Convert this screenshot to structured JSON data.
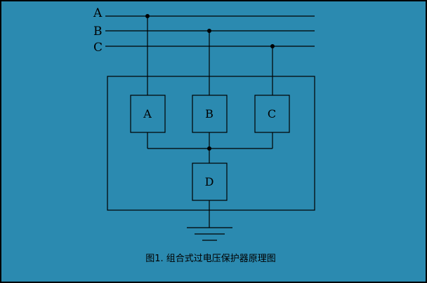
{
  "diagram": {
    "phase_labels": [
      "A",
      "B",
      "C"
    ],
    "protector_labels": [
      "A",
      "B",
      "C"
    ],
    "common_unit_label": "D",
    "caption": "图1. 组合式过电压保护器原理图"
  },
  "colors": {
    "background": "#2b8ab0",
    "border": "#000000",
    "line": "#000000"
  }
}
